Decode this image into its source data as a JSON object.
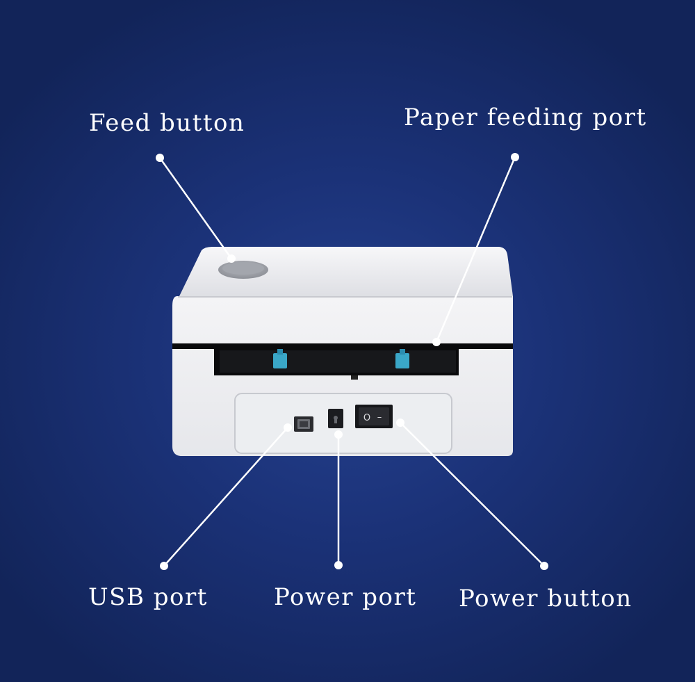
{
  "callouts": {
    "feed_button": "Feed button",
    "paper_feeding_port": "Paper feeding port",
    "usb_port": "USB port",
    "power_port": "Power port",
    "power_button": "Power button"
  },
  "switch_marks": {
    "off": "O",
    "on": "–"
  },
  "colors": {
    "background": "#1b3278",
    "printer_body": "#f2f2f4",
    "paper_guides": "#3aa7c8",
    "leader_lines": "#ffffff"
  }
}
